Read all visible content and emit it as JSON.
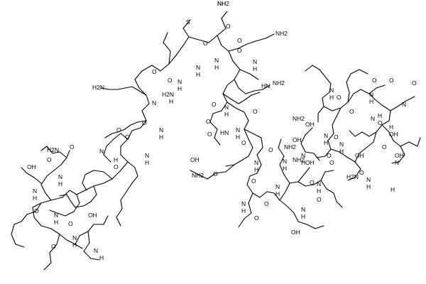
{
  "labels": [
    {
      "t": "NH2"
    },
    {
      "t": "O"
    },
    {
      "t": "S"
    },
    {
      "t": "O"
    },
    {
      "t": "N"
    },
    {
      "t": "H"
    },
    {
      "t": "O"
    },
    {
      "t": "N"
    },
    {
      "t": "H"
    },
    {
      "t": "NH2"
    },
    {
      "t": "O"
    },
    {
      "t": "N"
    },
    {
      "t": "H"
    },
    {
      "t": "H2N"
    },
    {
      "t": "O"
    },
    {
      "t": "N"
    },
    {
      "t": "H"
    },
    {
      "t": "HN"
    },
    {
      "t": "NH2"
    },
    {
      "t": "O"
    },
    {
      "t": "N"
    },
    {
      "t": "H"
    },
    {
      "t": "H2N"
    },
    {
      "t": "O"
    },
    {
      "t": "N"
    },
    {
      "t": "H"
    },
    {
      "t": "O"
    },
    {
      "t": "N"
    },
    {
      "t": "H"
    },
    {
      "t": "O"
    },
    {
      "t": "N"
    },
    {
      "t": "H"
    },
    {
      "t": "O"
    },
    {
      "t": "H2N"
    },
    {
      "t": "O"
    },
    {
      "t": "N"
    },
    {
      "t": "H"
    },
    {
      "t": "OH"
    },
    {
      "t": "O"
    },
    {
      "t": "N"
    },
    {
      "t": "H"
    },
    {
      "t": "O"
    },
    {
      "t": "N"
    },
    {
      "t": "H"
    },
    {
      "t": "O"
    },
    {
      "t": "OH"
    },
    {
      "t": "N"
    },
    {
      "t": "H"
    },
    {
      "t": "O"
    },
    {
      "t": "N"
    },
    {
      "t": "H"
    },
    {
      "t": "O"
    },
    {
      "t": "N"
    },
    {
      "t": "H"
    },
    {
      "t": "O"
    },
    {
      "t": "OH"
    },
    {
      "t": "O"
    },
    {
      "t": "NH2"
    },
    {
      "t": "O"
    },
    {
      "t": "N"
    },
    {
      "t": "H"
    },
    {
      "t": "O"
    },
    {
      "t": "NH2"
    },
    {
      "t": "O"
    },
    {
      "t": "N"
    },
    {
      "t": "H"
    },
    {
      "t": "O"
    },
    {
      "t": "N"
    },
    {
      "t": "H"
    },
    {
      "t": "HN"
    },
    {
      "t": "NH2"
    },
    {
      "t": "O"
    },
    {
      "t": "N"
    },
    {
      "t": "H"
    },
    {
      "t": "O"
    },
    {
      "t": "N"
    },
    {
      "t": "H"
    },
    {
      "t": "OH"
    },
    {
      "t": "O"
    },
    {
      "t": "N"
    },
    {
      "t": "H"
    },
    {
      "t": "O"
    },
    {
      "t": "OH"
    },
    {
      "t": "N"
    },
    {
      "t": "H"
    },
    {
      "t": "NH2"
    },
    {
      "t": "O"
    },
    {
      "t": "N"
    },
    {
      "t": "H"
    },
    {
      "t": "O"
    },
    {
      "t": "OH"
    },
    {
      "t": "O"
    },
    {
      "t": "N"
    },
    {
      "t": "H"
    },
    {
      "t": "O"
    },
    {
      "t": "N"
    },
    {
      "t": "H"
    },
    {
      "t": "OH"
    },
    {
      "t": "O"
    },
    {
      "t": "N"
    },
    {
      "t": "H"
    },
    {
      "t": "O"
    },
    {
      "t": "O"
    },
    {
      "t": "N"
    },
    {
      "t": "H"
    },
    {
      "t": "O"
    },
    {
      "t": "N"
    },
    {
      "t": "H"
    },
    {
      "t": "OH"
    },
    {
      "t": "O"
    },
    {
      "t": "N"
    },
    {
      "t": "H"
    },
    {
      "t": "O"
    },
    {
      "t": "OH"
    },
    {
      "t": "O"
    },
    {
      "t": "N"
    },
    {
      "t": "H"
    },
    {
      "t": "H2N"
    },
    {
      "t": "O"
    },
    {
      "t": "OH"
    },
    {
      "t": "N"
    },
    {
      "t": "H"
    },
    {
      "t": "NH"
    }
  ]
}
